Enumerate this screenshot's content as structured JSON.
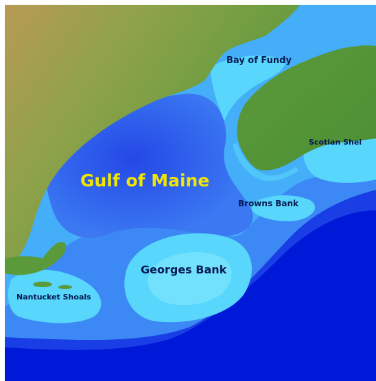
{
  "map": {
    "labels": {
      "gulf_of_maine": "Gulf of Maine",
      "bay_of_fundy": "Bay of Fundy",
      "scotian_shelf": "Scotian Shel",
      "browns_bank": "Browns Bank",
      "georges_bank": "Georges Bank",
      "nantucket_shoals": "Nantucket Shoals"
    },
    "colors": {
      "deep_ocean": "#0018d8",
      "slope": "#1a3ee6",
      "basin": "#2a5cf0",
      "mid_water": "#3c88f4",
      "shelf": "#44aef8",
      "shallow": "#58d6fc",
      "land_green": "#5a9a3a",
      "land_highland": "#a89a55",
      "gulf_label": "#f2e600",
      "place_label": "#071a52"
    }
  }
}
